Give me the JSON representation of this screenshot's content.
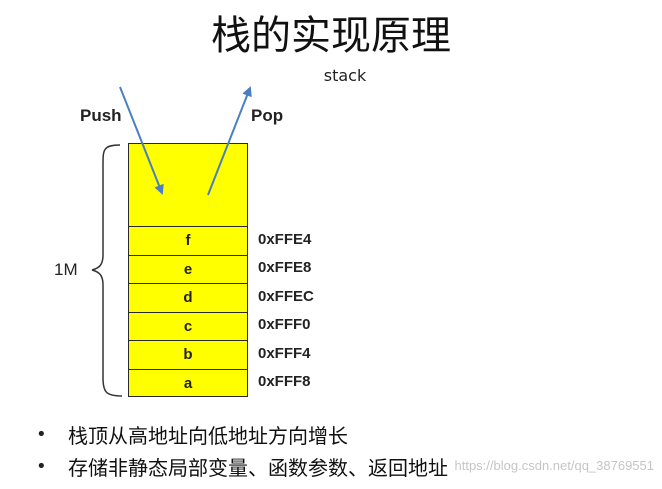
{
  "title": "栈的实现原理",
  "subtitle": "stack",
  "labels": {
    "push": "Push",
    "pop": "Pop",
    "size": "1M"
  },
  "stack": {
    "fill_color": "#ffff00",
    "cells": [
      {
        "name": "f",
        "address": "0xFFE4"
      },
      {
        "name": "e",
        "address": "0xFFE8"
      },
      {
        "name": "d",
        "address": "0xFFEC"
      },
      {
        "name": "c",
        "address": "0xFFF0"
      },
      {
        "name": "b",
        "address": "0xFFF4"
      },
      {
        "name": "a",
        "address": "0xFFF8"
      }
    ]
  },
  "arrow_color": "#4a7fc1",
  "bullets": [
    "栈顶从高地址向低地址方向增长",
    "存储非静态局部变量、函数参数、返回地址"
  ],
  "watermark": "https://blog.csdn.net/qq_38769551"
}
